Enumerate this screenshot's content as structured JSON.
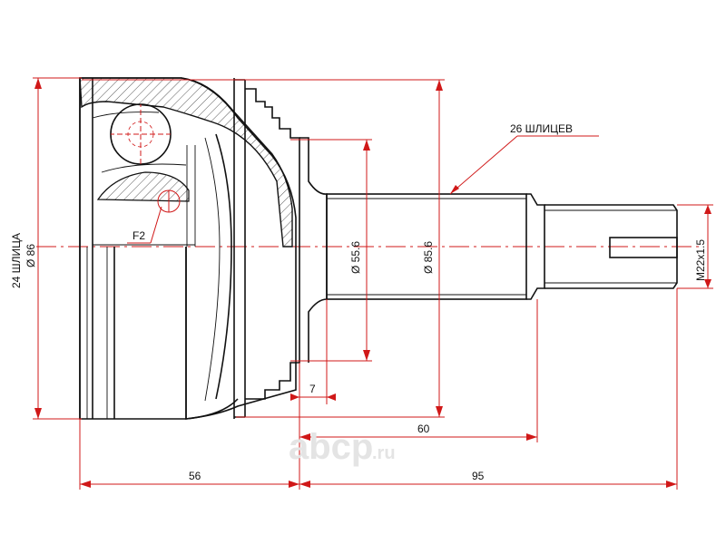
{
  "dimensions": {
    "spline_label_outer": "24 ШЛИЦА",
    "outer_diameter": "Ø 86",
    "spline_label_shaft": "26 ШЛИЦЕВ",
    "shaft_diameter": "Ø 55.6",
    "abs_ring_diameter": "Ø 85.6",
    "thread": "M22x1.5",
    "f2": "F2",
    "len_7": "7",
    "len_60": "60",
    "len_56": "56",
    "len_95": "95"
  },
  "watermark": {
    "brand": "abcp",
    "suffix": ".ru"
  },
  "colors": {
    "dimension_line": "#d01818",
    "outline": "#111111",
    "watermark": "#e4e4e4"
  }
}
